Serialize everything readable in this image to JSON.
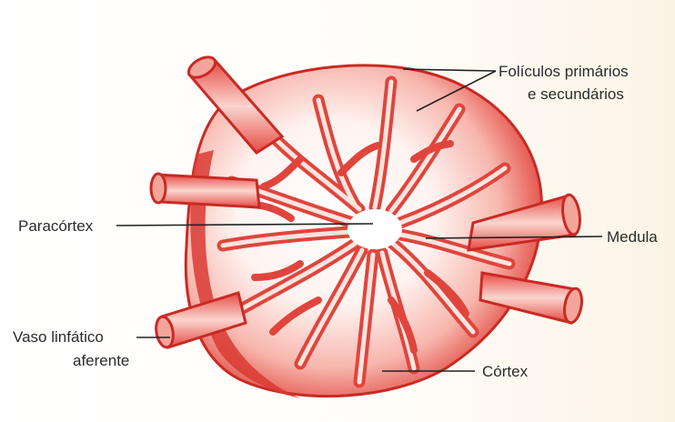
{
  "labels": {
    "folicles_line1": "Folículos primários",
    "folicles_line2": "e secundários",
    "paracortex": "Paracórtex",
    "medula": "Medula",
    "vaso_line1": "Vaso linfático",
    "vaso_line2": "aferente",
    "cortex": "Córtex"
  },
  "colors": {
    "tissue": "#e0453d",
    "tissue_light": "#f6b2a9",
    "tissue_inner": "#fde9e4",
    "leader": "#222222"
  }
}
